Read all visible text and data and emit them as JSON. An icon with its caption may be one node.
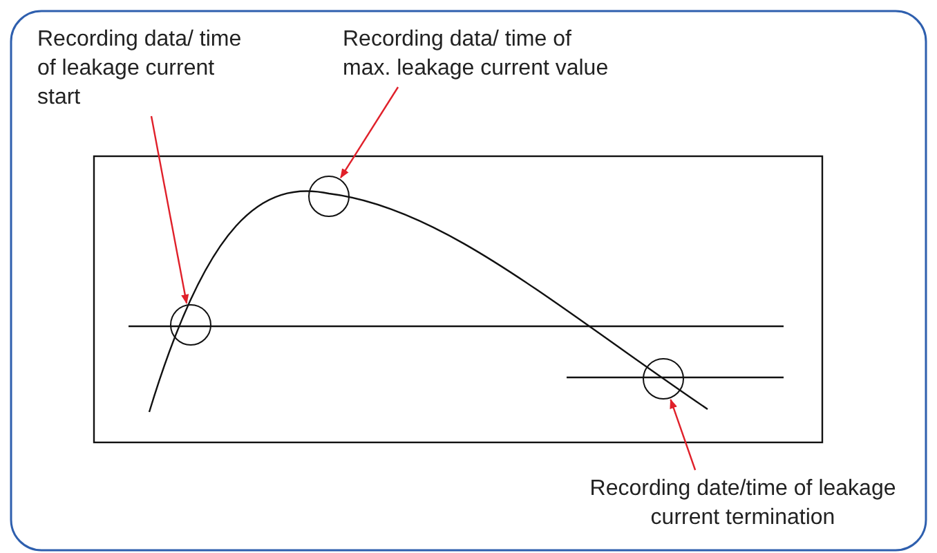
{
  "diagram": {
    "nodes": [
      {
        "text": [
          "Recording data/ time of leakage current start"
        ]
      },
      {
        "text": [
          "Recording data/ time of max. leakage current value"
        ]
      },
      {
        "text": [
          "Recording date/time of leakage current termination"
        ]
      },
      {
        "text": [],
        "shape": "circle"
      },
      {
        "text": [],
        "shape": "circle"
      },
      {
        "text": [],
        "shape": "circle"
      }
    ],
    "edges": [
      {
        "from": 0,
        "to": 3,
        "arrow": "to"
      },
      {
        "from": 1,
        "to": 4,
        "arrow": "to"
      },
      {
        "from": 2,
        "to": 5,
        "arrow": "to"
      }
    ]
  }
}
